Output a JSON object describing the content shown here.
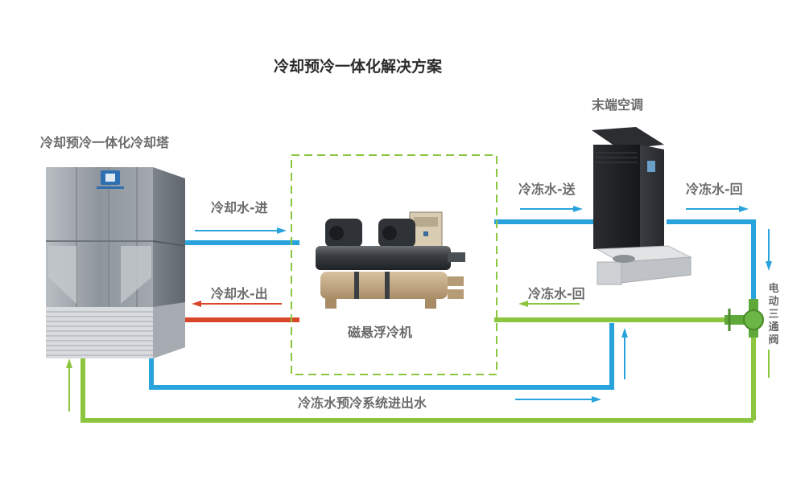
{
  "title": "冷却预冷一体化解决方案",
  "labels": {
    "cooling_tower": "冷却预冷一体化冷却塔",
    "chiller": "磁悬浮冷机",
    "terminal_ac": "末端空调",
    "cooling_water_in": "冷却水-进",
    "cooling_water_out": "冷却水-出",
    "chilled_water_supply": "冷冻水-送",
    "chilled_water_return_right": "冷冻水-回",
    "chilled_water_return_mid": "冷冻水-回",
    "precool_system": "冷冻水预冷系统进出水",
    "three_way_valve": "电动三通阀"
  },
  "colors": {
    "blue_pipe": "#29a3dc",
    "green_pipe": "#8cc63f",
    "red_pipe": "#d9472b",
    "dashed_box": "#8cc63f"
  }
}
